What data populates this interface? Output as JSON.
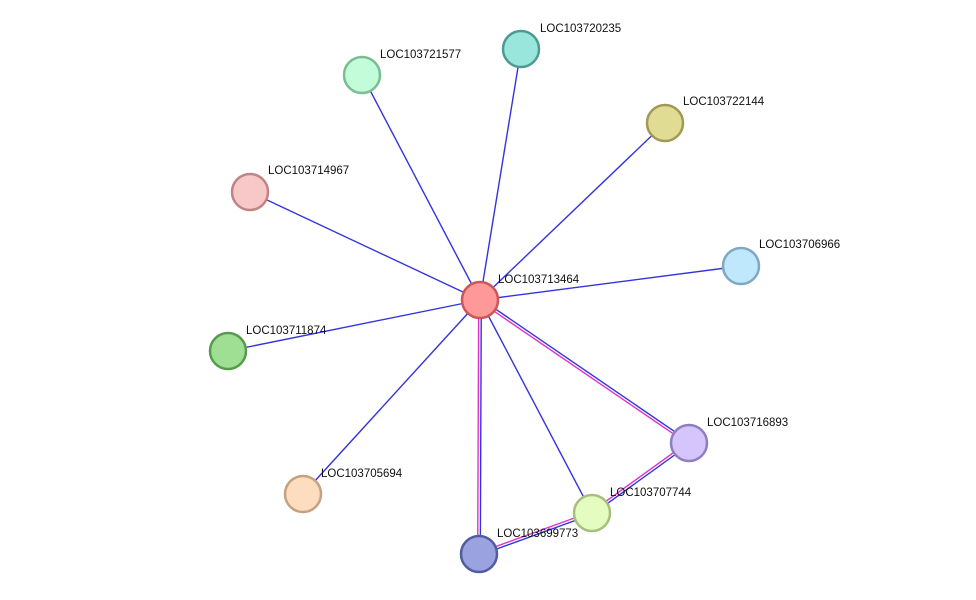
{
  "network": {
    "nodes": [
      {
        "id": "LOC103713464",
        "label": "LOC103713464",
        "fill": "#ff9999",
        "stroke": "#cc5555"
      },
      {
        "id": "LOC103720235",
        "label": "LOC103720235",
        "fill": "#99e6dc",
        "stroke": "#4d9a92"
      },
      {
        "id": "LOC103721577",
        "label": "LOC103721577",
        "fill": "#c2fcd8",
        "stroke": "#7bbd93"
      },
      {
        "id": "LOC103722144",
        "label": "LOC103722144",
        "fill": "#e0dc94",
        "stroke": "#9f9a55"
      },
      {
        "id": "LOC103714967",
        "label": "LOC103714967",
        "fill": "#f8c8c8",
        "stroke": "#c08484"
      },
      {
        "id": "LOC103706966",
        "label": "LOC103706966",
        "fill": "#bfe8fc",
        "stroke": "#7fa8c3"
      },
      {
        "id": "LOC103711874",
        "label": "LOC103711874",
        "fill": "#9edf94",
        "stroke": "#579a4e"
      },
      {
        "id": "LOC103716893",
        "label": "LOC103716893",
        "fill": "#d6c4fc",
        "stroke": "#8f7fc0"
      },
      {
        "id": "LOC103705694",
        "label": "LOC103705694",
        "fill": "#fddcbf",
        "stroke": "#c4a180"
      },
      {
        "id": "LOC103707744",
        "label": "LOC103707744",
        "fill": "#e5fcc0",
        "stroke": "#a5bf7d"
      },
      {
        "id": "LOC103699773",
        "label": "LOC103699773",
        "fill": "#9aa3e0",
        "stroke": "#515ba0"
      }
    ],
    "edges": [
      {
        "source": "LOC103713464",
        "target": "LOC103720235",
        "colors": [
          "#3333dd"
        ]
      },
      {
        "source": "LOC103713464",
        "target": "LOC103721577",
        "colors": [
          "#3333dd"
        ]
      },
      {
        "source": "LOC103713464",
        "target": "LOC103722144",
        "colors": [
          "#3333dd"
        ]
      },
      {
        "source": "LOC103713464",
        "target": "LOC103714967",
        "colors": [
          "#3333dd"
        ]
      },
      {
        "source": "LOC103713464",
        "target": "LOC103706966",
        "colors": [
          "#3333dd"
        ]
      },
      {
        "source": "LOC103713464",
        "target": "LOC103711874",
        "colors": [
          "#3333dd"
        ]
      },
      {
        "source": "LOC103713464",
        "target": "LOC103705694",
        "colors": [
          "#3333dd"
        ]
      },
      {
        "source": "LOC103713464",
        "target": "LOC103707744",
        "colors": [
          "#3333dd"
        ]
      },
      {
        "source": "LOC103713464",
        "target": "LOC103716893",
        "colors": [
          "#3333dd",
          "#dd33cc"
        ]
      },
      {
        "source": "LOC103713464",
        "target": "LOC103699773",
        "colors": [
          "#3333dd",
          "#dd33cc"
        ]
      },
      {
        "source": "LOC103716893",
        "target": "LOC103707744",
        "colors": [
          "#3333dd",
          "#dd33cc"
        ]
      },
      {
        "source": "LOC103707744",
        "target": "LOC103699773",
        "colors": [
          "#3333dd",
          "#dd33cc"
        ]
      }
    ]
  }
}
